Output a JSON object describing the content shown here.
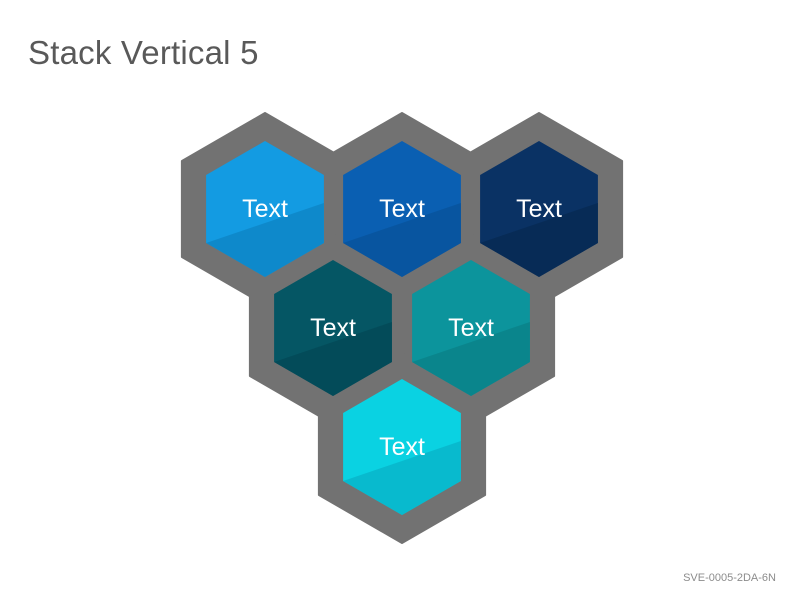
{
  "slide": {
    "title": "Stack Vertical 5",
    "code": "SVE-0005-2DA-6N"
  },
  "diagram": {
    "frame_color": "#727272",
    "hexagons": [
      {
        "label": "Text",
        "color": "#139BE2",
        "shade": "#0E86C7"
      },
      {
        "label": "Text",
        "color": "#0A5FB2",
        "shade": "#08539C"
      },
      {
        "label": "Text",
        "color": "#0A3264",
        "shade": "#072A54"
      },
      {
        "label": "Text",
        "color": "#055664",
        "shade": "#044957"
      },
      {
        "label": "Text",
        "color": "#0C949C",
        "shade": "#0A8289"
      },
      {
        "label": "Text",
        "color": "#0AD2E2",
        "shade": "#08B6CA"
      }
    ]
  }
}
